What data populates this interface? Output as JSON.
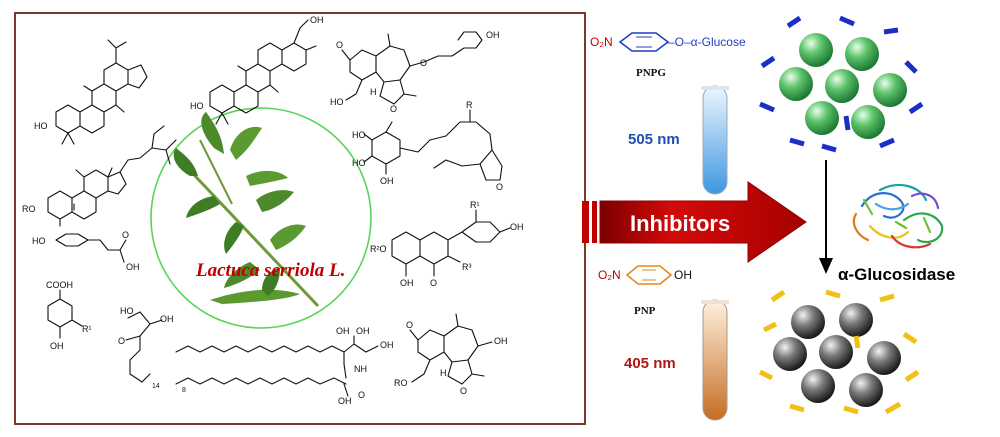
{
  "species_label": "Lactuca serriola L.",
  "inhibitors_label": "Inhibitors",
  "enzyme_label": "α-Glucosidase",
  "substrate": {
    "name": "PNPG",
    "nitro": "O₂N",
    "link": "–O–α-Glucose",
    "wavelength": "505 nm"
  },
  "product": {
    "name": "PNP",
    "nitro": "O₂N",
    "oh": "OH",
    "wavelength": "405 nm"
  },
  "colors": {
    "border": "#7a3a2a",
    "circle": "#58d458",
    "arrow": "#c00000",
    "green_ball": "#2e9e4a",
    "grey_ball": "#444444",
    "blue_dash": "#1a2fc8",
    "yellow_dash": "#f2c012",
    "tube_blue": "#5fb0e8",
    "tube_orange": "#d9863a",
    "ring_blue": "#1f3fbf",
    "ring_orange": "#e08a1e"
  },
  "atoms": {
    "ho": "HO",
    "oh": "OH",
    "o": "O",
    "h": "H",
    "r": "R",
    "ro": "RO",
    "r1": "R¹",
    "r2o": "R²O",
    "r3": "R³",
    "cooh": "COOH",
    "nh": "NH",
    "n14": "14",
    "n8": "8"
  }
}
